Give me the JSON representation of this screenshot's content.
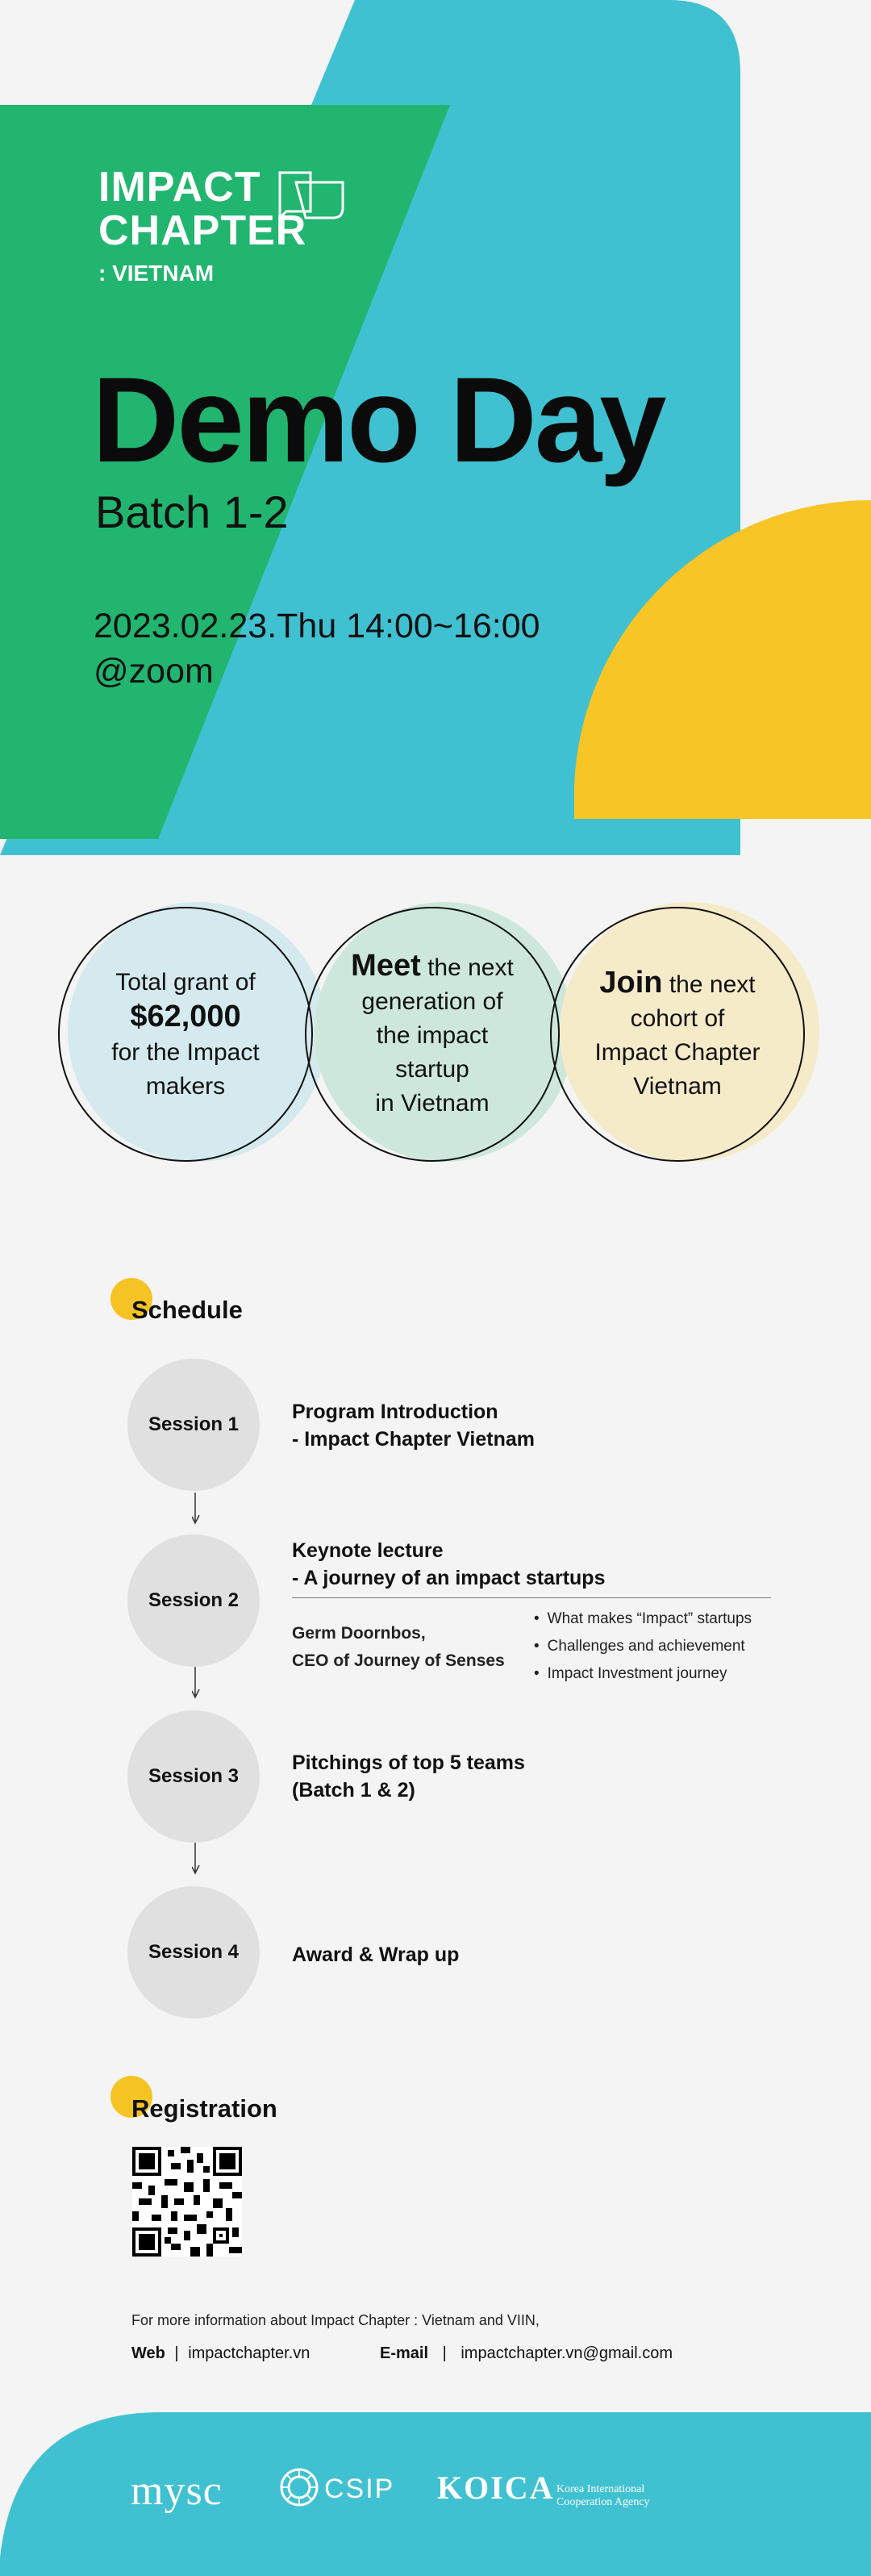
{
  "hero": {
    "logo_line1": "IMPACT",
    "logo_line2": "CHAPTER",
    "logo_line3": ": VIETNAM",
    "title": "Demo Day",
    "batch": "Batch 1-2",
    "datetime": "2023.02.23.Thu 14:00~16:00",
    "venue": "@zoom"
  },
  "colors": {
    "green": "#21b56f",
    "teal": "#40c1d1",
    "yellow": "#f7c525",
    "circle1": "#d4eaee",
    "circle2": "#cde8db",
    "circle3": "#f6ebc9"
  },
  "highlights": [
    {
      "pre": "Total grant of",
      "bold": "$62,000",
      "post": "for the Impact makers"
    },
    {
      "bold": "Meet",
      "rest1": " the next",
      "rest2": "generation of",
      "rest3": "the impact",
      "rest4": "startup",
      "rest5": "in Vietnam"
    },
    {
      "bold": "Join",
      "rest1": " the next",
      "rest2": "cohort of",
      "rest3": "Impact Chapter",
      "rest4": "Vietnam"
    }
  ],
  "schedule": {
    "title": "Schedule",
    "sessions": [
      {
        "label": "Session 1",
        "line1": "Program Introduction",
        "line2": "-  Impact Chapter Vietnam"
      },
      {
        "label": "Session 2",
        "line1": "Keynote lecture",
        "line2": "- A journey of an impact startups",
        "speaker_name": "Germ Doornbos,",
        "speaker_title": "CEO of Journey of Senses",
        "bullets": [
          "What makes “Impact” startups",
          "Challenges and achievement",
          "Impact Investment journey"
        ]
      },
      {
        "label": "Session 3",
        "line1": "Pitchings of top 5 teams",
        "line2": "(Batch 1 & 2)"
      },
      {
        "label": "Session 4",
        "line1": "Award & Wrap up"
      }
    ]
  },
  "registration": {
    "title": "Registration",
    "info": "For more information about Impact Chapter : Vietnam and VIIN,",
    "web_label": "Web",
    "web_value": "impactchapter.vn",
    "email_label": "E-mail",
    "email_value": "impactchapter.vn@gmail.com",
    "separator": "|"
  },
  "sponsors": {
    "mysc": "mysc",
    "csip": "CSIP",
    "koica": "KOICA",
    "koica_sub1": "Korea International",
    "koica_sub2": "Cooperation Agency"
  }
}
